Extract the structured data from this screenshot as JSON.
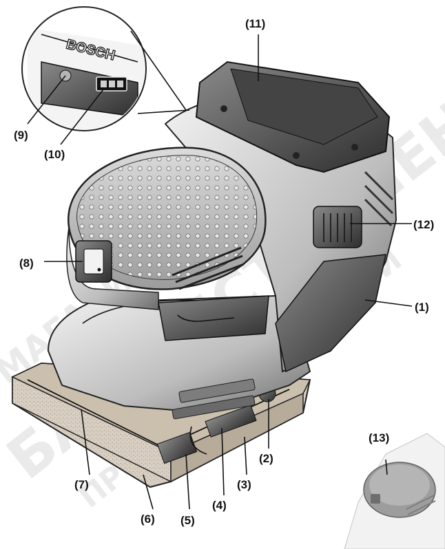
{
  "figure": {
    "brand_text": "BOSCH",
    "callouts": [
      "(1)",
      "(2)",
      "(3)",
      "(4)",
      "(5)",
      "(6)",
      "(7)",
      "(8)",
      "(9)",
      "(10)",
      "(11)",
      "(12)",
      "(13)"
    ],
    "watermarks": [
      "БАШИНСТРУМЕНТ",
      "ПРОФЕССИОНАЛЬНЫЙ",
      "МАГАЗИН"
    ]
  }
}
